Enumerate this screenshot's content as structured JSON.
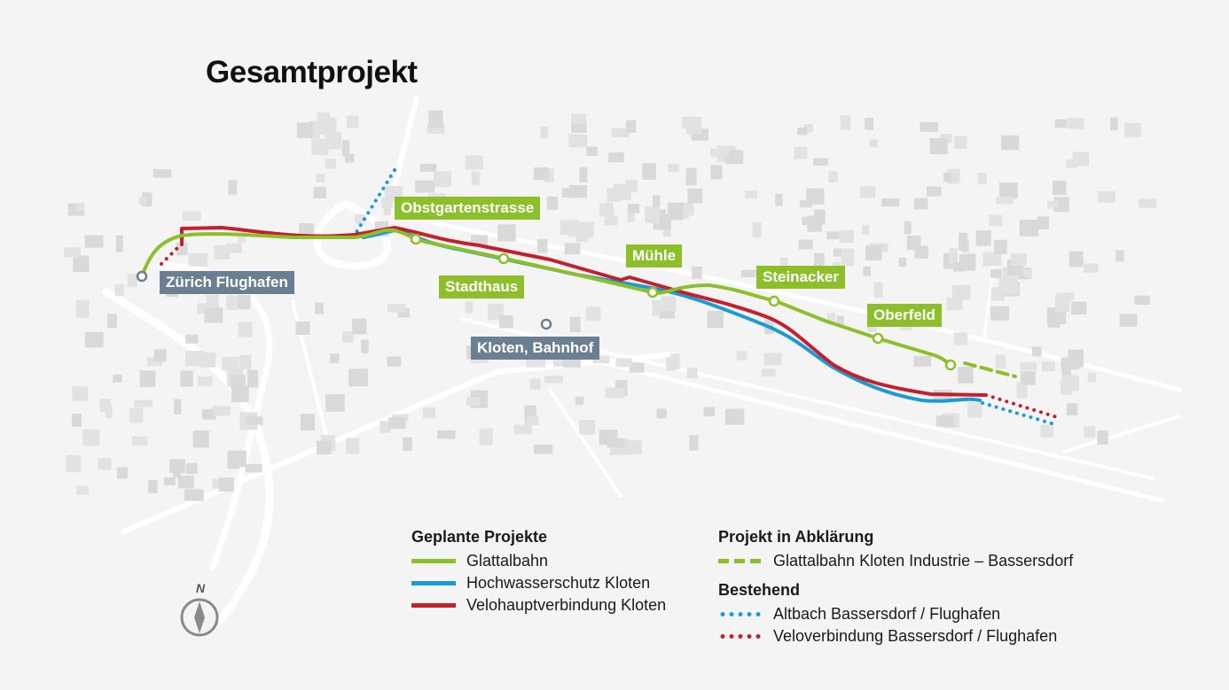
{
  "title": "Gesamtprojekt",
  "colors": {
    "glattalbahn": "#8dbf2b",
    "hochwasserschutz": "#1b9ad8",
    "velo": "#c41f2b",
    "station_label": "#6b7f93"
  },
  "stops": {
    "obstgartenstrasse": "Obstgartenstrasse",
    "stadthaus": "Stadthaus",
    "muehle": "Mühle",
    "steinacker": "Steinacker",
    "oberfeld": "Oberfeld"
  },
  "stations": {
    "flughafen": "Zürich Flughafen",
    "kloten": "Kloten, Bahnhof"
  },
  "legend": {
    "planned": {
      "heading": "Geplante Projekte",
      "items": [
        "Glattalbahn",
        "Hochwasserschutz Kloten",
        "Velohauptverbindung Kloten"
      ]
    },
    "clarification": {
      "heading": "Projekt in Abklärung",
      "items": [
        "Glattalbahn Kloten Industrie – Bassersdorf"
      ]
    },
    "existing": {
      "heading": "Bestehend",
      "items": [
        "Altbach Bassersdorf / Flughafen",
        "Veloverbindung Bassersdorf / Flughafen"
      ]
    }
  },
  "compass": "N"
}
